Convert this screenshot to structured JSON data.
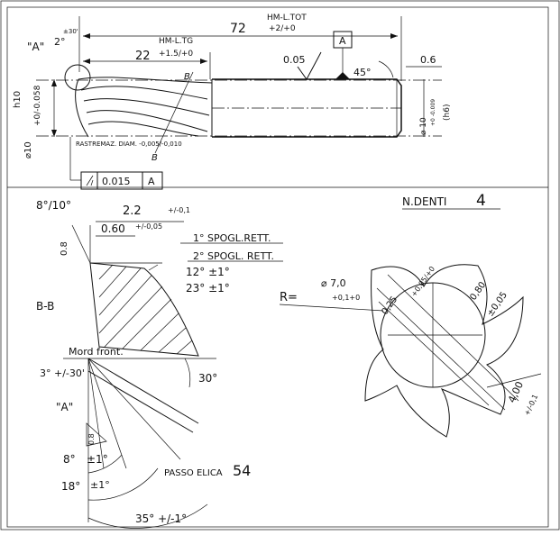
{
  "top_view": {
    "total_length": "72",
    "total_length_tol_label": "HM-L.TOT",
    "total_length_tol": "+2/+0",
    "helix_length": "22",
    "helix_length_label": "HM-L.TG",
    "helix_length_tol": "+1.5/+0",
    "detail_ref": "\"A\"",
    "corner_angle": "2°",
    "corner_angle_tol": "±30'",
    "datum": "A",
    "roughness": "0.05",
    "chamfer_angle": "45°",
    "chamfer_length": "0.6",
    "shank_tol_value": "+0\n-0.009",
    "shank_diameter": "⌀ 10",
    "shank_fit": "(h6)",
    "cut_diameter": "⌀10",
    "cut_fit": "h10",
    "cut_tol": "+0/-0.058",
    "taper_note": "RASTREMAZ. DIAM. -0,005/-0,010",
    "section_mark": "B",
    "runout_value": "0.015",
    "runout_datum": "A"
  },
  "section_bb": {
    "label": "B-B",
    "angle_top": "8°/10°",
    "width_1": "2.2",
    "width_1_tol": "+/-0,1",
    "width_2": "0.60",
    "width_2_tol": "+/-0,05",
    "height": "0.8",
    "rake_1_label": "1° SPOGL.RETT.",
    "rake_2_label": "2° SPOGL. RETT.",
    "rake_1_value": "12°  ±1°",
    "rake_2_value": "23°  ±1°"
  },
  "detail_a": {
    "label": "\"A\"",
    "edge_label": "Mord front.",
    "angle_top": "3°  +/-30'",
    "angle_30": "30°",
    "height": "0.8",
    "angle_8": "8°",
    "angle_8_tol": "±1°",
    "angle_18": "18°",
    "angle_18_tol": "±1°",
    "angle_35": "35°  +/-1°",
    "helix_pitch_label": "PASSO ELICA",
    "helix_pitch_value": "54"
  },
  "end_view": {
    "teeth_label": "N.DENTI",
    "teeth_count": "4",
    "radius_label": "R=",
    "diameter": "⌀ 7,0",
    "diameter_tol": "+0,1+0",
    "dim_025": "0,25",
    "dim_025_tol": "+0,05/+0",
    "dim_080": "0,80",
    "dim_080_tol": "±0,05",
    "dim_400": "4,00",
    "dim_400_tol": "+/-0,1"
  }
}
